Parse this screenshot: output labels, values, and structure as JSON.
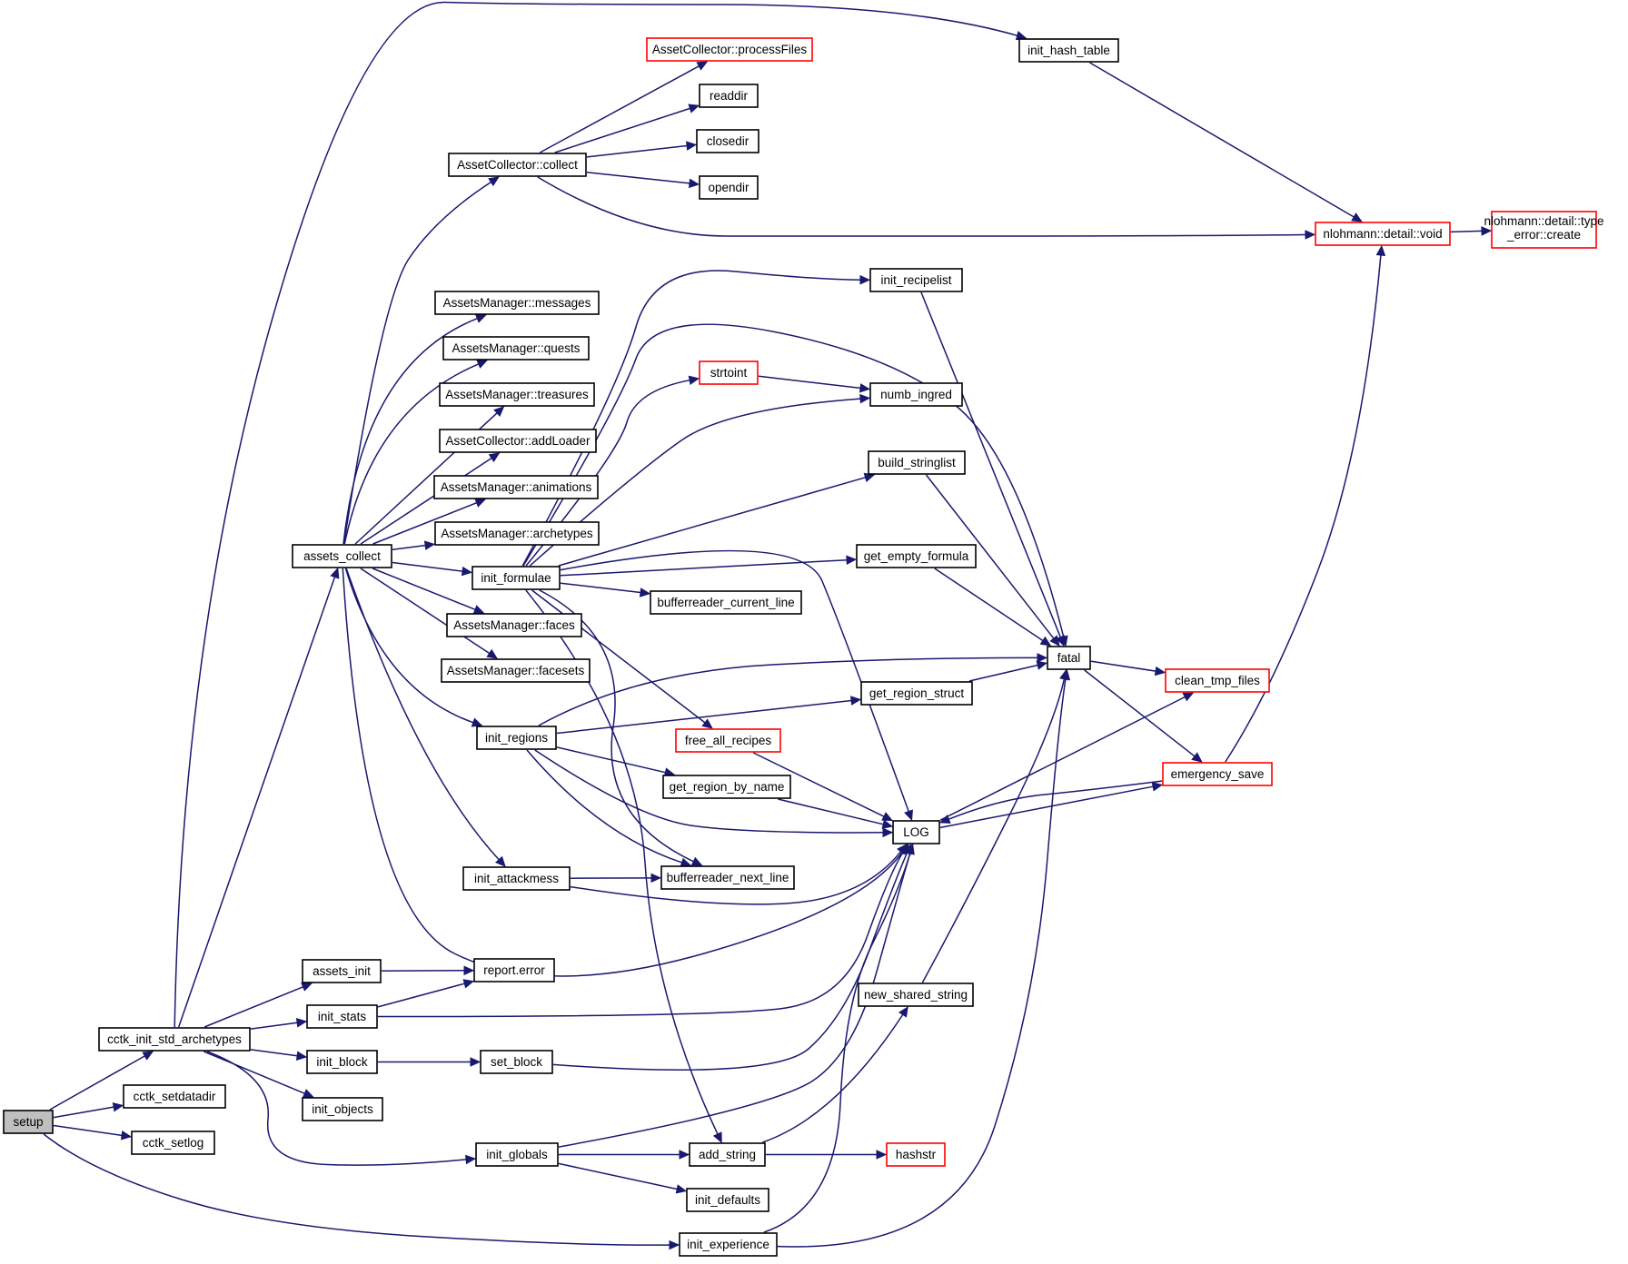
{
  "graph": {
    "edge_color": "#191970",
    "node_border": "#000000",
    "incomplete_node_border": "#ff0000",
    "root_fill": "#bfbfbf",
    "nodes": [
      {
        "id": "setup",
        "label": "setup",
        "style": "root"
      },
      {
        "id": "cctk_init_std_archetypes",
        "label": "cctk_init_std_archetypes",
        "style": "normal"
      },
      {
        "id": "cctk_setdatadir",
        "label": "cctk_setdatadir",
        "style": "normal"
      },
      {
        "id": "cctk_setlog",
        "label": "cctk_setlog",
        "style": "normal"
      },
      {
        "id": "init_experience",
        "label": "init_experience",
        "style": "normal"
      },
      {
        "id": "init_hash_table",
        "label": "init_hash_table",
        "style": "normal"
      },
      {
        "id": "assets_collect",
        "label": "assets_collect",
        "style": "normal"
      },
      {
        "id": "assets_init",
        "label": "assets_init",
        "style": "normal"
      },
      {
        "id": "init_stats",
        "label": "init_stats",
        "style": "normal"
      },
      {
        "id": "init_block",
        "label": "init_block",
        "style": "normal"
      },
      {
        "id": "init_objects",
        "label": "init_objects",
        "style": "normal"
      },
      {
        "id": "init_globals",
        "label": "init_globals",
        "style": "normal"
      },
      {
        "id": "processFiles",
        "label": "AssetCollector::processFiles",
        "style": "red"
      },
      {
        "id": "readdir",
        "label": "readdir",
        "style": "normal"
      },
      {
        "id": "closedir",
        "label": "closedir",
        "style": "normal"
      },
      {
        "id": "opendir",
        "label": "opendir",
        "style": "normal"
      },
      {
        "id": "collect",
        "label": "AssetCollector::collect",
        "style": "normal"
      },
      {
        "id": "nvoid",
        "label": "nlohmann::detail::void",
        "style": "red"
      },
      {
        "id": "type_error",
        "label": "nlohmann::detail::type\n_error::create",
        "style": "red"
      },
      {
        "id": "messages",
        "label": "AssetsManager::messages",
        "style": "normal"
      },
      {
        "id": "quests",
        "label": "AssetsManager::quests",
        "style": "normal"
      },
      {
        "id": "treasures",
        "label": "AssetsManager::treasures",
        "style": "normal"
      },
      {
        "id": "addLoader",
        "label": "AssetCollector::addLoader",
        "style": "normal"
      },
      {
        "id": "animations",
        "label": "AssetsManager::animations",
        "style": "normal"
      },
      {
        "id": "archetypes",
        "label": "AssetsManager::archetypes",
        "style": "normal"
      },
      {
        "id": "init_formulae",
        "label": "init_formulae",
        "style": "normal"
      },
      {
        "id": "faces",
        "label": "AssetsManager::faces",
        "style": "normal"
      },
      {
        "id": "facesets",
        "label": "AssetsManager::facesets",
        "style": "normal"
      },
      {
        "id": "init_regions",
        "label": "init_regions",
        "style": "normal"
      },
      {
        "id": "init_attackmess",
        "label": "init_attackmess",
        "style": "normal"
      },
      {
        "id": "init_recipelist",
        "label": "init_recipelist",
        "style": "normal"
      },
      {
        "id": "strtoint",
        "label": "strtoint",
        "style": "red"
      },
      {
        "id": "numb_ingred",
        "label": "numb_ingred",
        "style": "normal"
      },
      {
        "id": "build_stringlist",
        "label": "build_stringlist",
        "style": "normal"
      },
      {
        "id": "get_empty_formula",
        "label": "get_empty_formula",
        "style": "normal"
      },
      {
        "id": "bufferreader_current_line",
        "label": "bufferreader_current_line",
        "style": "normal"
      },
      {
        "id": "fatal",
        "label": "fatal",
        "style": "normal"
      },
      {
        "id": "clean_tmp_files",
        "label": "clean_tmp_files",
        "style": "red"
      },
      {
        "id": "get_region_struct",
        "label": "get_region_struct",
        "style": "normal"
      },
      {
        "id": "free_all_recipes",
        "label": "free_all_recipes",
        "style": "red"
      },
      {
        "id": "emergency_save",
        "label": "emergency_save",
        "style": "red"
      },
      {
        "id": "get_region_by_name",
        "label": "get_region_by_name",
        "style": "normal"
      },
      {
        "id": "LOG",
        "label": "LOG",
        "style": "normal"
      },
      {
        "id": "bufferreader_next_line",
        "label": "bufferreader_next_line",
        "style": "normal"
      },
      {
        "id": "report_error",
        "label": "report.error",
        "style": "normal"
      },
      {
        "id": "new_shared_string",
        "label": "new_shared_string",
        "style": "normal"
      },
      {
        "id": "set_block",
        "label": "set_block",
        "style": "normal"
      },
      {
        "id": "add_string",
        "label": "add_string",
        "style": "normal"
      },
      {
        "id": "hashstr",
        "label": "hashstr",
        "style": "red"
      },
      {
        "id": "init_defaults",
        "label": "init_defaults",
        "style": "normal"
      }
    ],
    "edges": [
      {
        "from": "setup",
        "to": "cctk_init_std_archetypes"
      },
      {
        "from": "setup",
        "to": "cctk_setdatadir"
      },
      {
        "from": "setup",
        "to": "cctk_setlog"
      },
      {
        "from": "setup",
        "to": "init_experience"
      },
      {
        "from": "cctk_init_std_archetypes",
        "to": "init_hash_table"
      },
      {
        "from": "cctk_init_std_archetypes",
        "to": "assets_collect"
      },
      {
        "from": "cctk_init_std_archetypes",
        "to": "assets_init"
      },
      {
        "from": "cctk_init_std_archetypes",
        "to": "init_stats"
      },
      {
        "from": "cctk_init_std_archetypes",
        "to": "init_block"
      },
      {
        "from": "cctk_init_std_archetypes",
        "to": "init_objects"
      },
      {
        "from": "cctk_init_std_archetypes",
        "to": "init_globals"
      },
      {
        "from": "init_hash_table",
        "to": "nvoid"
      },
      {
        "from": "assets_collect",
        "to": "collect"
      },
      {
        "from": "assets_collect",
        "to": "messages"
      },
      {
        "from": "assets_collect",
        "to": "quests"
      },
      {
        "from": "assets_collect",
        "to": "treasures"
      },
      {
        "from": "assets_collect",
        "to": "addLoader"
      },
      {
        "from": "assets_collect",
        "to": "animations"
      },
      {
        "from": "assets_collect",
        "to": "archetypes"
      },
      {
        "from": "assets_collect",
        "to": "init_formulae"
      },
      {
        "from": "assets_collect",
        "to": "faces"
      },
      {
        "from": "assets_collect",
        "to": "facesets"
      },
      {
        "from": "assets_collect",
        "to": "init_regions"
      },
      {
        "from": "assets_collect",
        "to": "init_attackmess"
      },
      {
        "from": "assets_collect",
        "to": "LOG"
      },
      {
        "from": "collect",
        "to": "processFiles"
      },
      {
        "from": "collect",
        "to": "readdir"
      },
      {
        "from": "collect",
        "to": "closedir"
      },
      {
        "from": "collect",
        "to": "opendir"
      },
      {
        "from": "collect",
        "to": "nvoid"
      },
      {
        "from": "nvoid",
        "to": "type_error"
      },
      {
        "from": "init_formulae",
        "to": "init_recipelist"
      },
      {
        "from": "init_formulae",
        "to": "fatal"
      },
      {
        "from": "init_formulae",
        "to": "strtoint"
      },
      {
        "from": "init_formulae",
        "to": "numb_ingred"
      },
      {
        "from": "init_formulae",
        "to": "build_stringlist"
      },
      {
        "from": "init_formulae",
        "to": "get_empty_formula"
      },
      {
        "from": "init_formulae",
        "to": "bufferreader_current_line"
      },
      {
        "from": "init_formulae",
        "to": "LOG"
      },
      {
        "from": "init_formulae",
        "to": "free_all_recipes"
      },
      {
        "from": "init_formulae",
        "to": "bufferreader_next_line"
      },
      {
        "from": "init_formulae",
        "to": "add_string"
      },
      {
        "from": "strtoint",
        "to": "numb_ingred"
      },
      {
        "from": "init_recipelist",
        "to": "fatal"
      },
      {
        "from": "build_stringlist",
        "to": "fatal"
      },
      {
        "from": "get_empty_formula",
        "to": "fatal"
      },
      {
        "from": "fatal",
        "to": "clean_tmp_files"
      },
      {
        "from": "fatal",
        "to": "emergency_save"
      },
      {
        "from": "emergency_save",
        "to": "nvoid"
      },
      {
        "from": "emergency_save",
        "to": "LOG"
      },
      {
        "from": "LOG",
        "to": "clean_tmp_files"
      },
      {
        "from": "LOG",
        "to": "emergency_save"
      },
      {
        "from": "init_regions",
        "to": "fatal"
      },
      {
        "from": "init_regions",
        "to": "get_region_struct"
      },
      {
        "from": "init_regions",
        "to": "get_region_by_name"
      },
      {
        "from": "init_regions",
        "to": "LOG"
      },
      {
        "from": "init_regions",
        "to": "bufferreader_next_line"
      },
      {
        "from": "get_region_struct",
        "to": "fatal"
      },
      {
        "from": "free_all_recipes",
        "to": "LOG"
      },
      {
        "from": "get_region_by_name",
        "to": "LOG"
      },
      {
        "from": "init_attackmess",
        "to": "bufferreader_next_line"
      },
      {
        "from": "init_attackmess",
        "to": "LOG"
      },
      {
        "from": "assets_init",
        "to": "report_error"
      },
      {
        "from": "init_stats",
        "to": "report_error"
      },
      {
        "from": "init_stats",
        "to": "LOG"
      },
      {
        "from": "init_block",
        "to": "set_block"
      },
      {
        "from": "set_block",
        "to": "LOG"
      },
      {
        "from": "init_globals",
        "to": "LOG"
      },
      {
        "from": "init_globals",
        "to": "add_string"
      },
      {
        "from": "init_globals",
        "to": "init_defaults"
      },
      {
        "from": "add_string",
        "to": "new_shared_string"
      },
      {
        "from": "add_string",
        "to": "hashstr"
      },
      {
        "from": "new_shared_string",
        "to": "fatal"
      },
      {
        "from": "init_experience",
        "to": "LOG"
      },
      {
        "from": "init_experience",
        "to": "fatal"
      }
    ]
  }
}
